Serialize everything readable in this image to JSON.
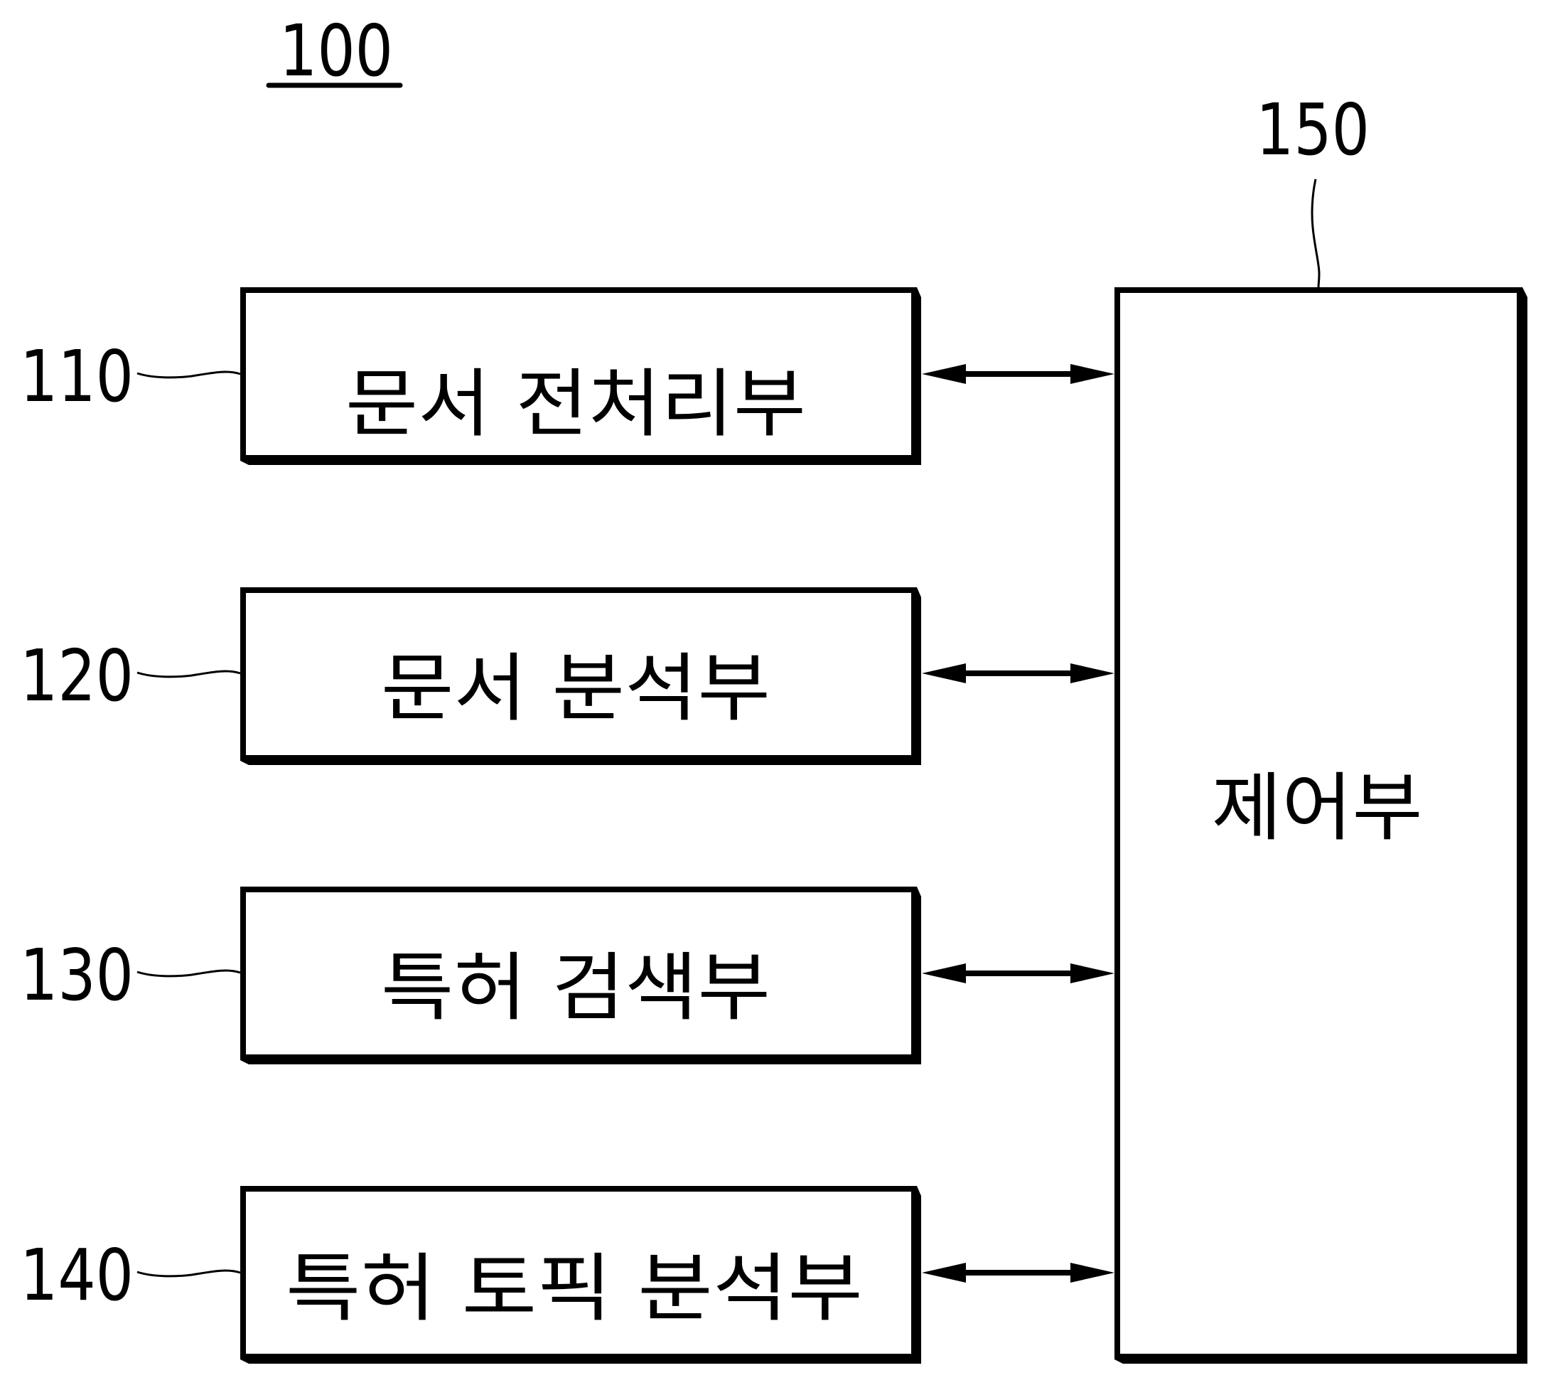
{
  "figure": {
    "reference_number": "100",
    "colors": {
      "line": "#000000",
      "background": "#ffffff"
    }
  },
  "blocks": [
    {
      "ref": "110",
      "label": "문서 전처리부"
    },
    {
      "ref": "120",
      "label": "문서 분석부"
    },
    {
      "ref": "130",
      "label": "특허 검색부"
    },
    {
      "ref": "140",
      "label": "특허 토픽 분석부"
    }
  ],
  "controller": {
    "ref": "150",
    "label": "제어부"
  },
  "connections": [
    {
      "from": "110",
      "to": "150",
      "direction": "bidirectional"
    },
    {
      "from": "120",
      "to": "150",
      "direction": "bidirectional"
    },
    {
      "from": "130",
      "to": "150",
      "direction": "bidirectional"
    },
    {
      "from": "140",
      "to": "150",
      "direction": "bidirectional"
    }
  ]
}
